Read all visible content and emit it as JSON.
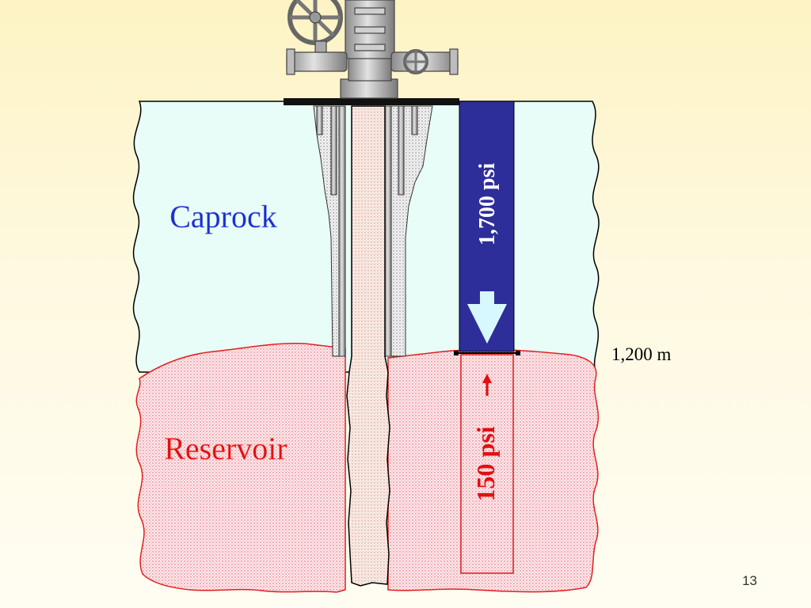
{
  "labels": {
    "caprock": "Caprock",
    "reservoir": "Reservoir",
    "depth": "1,200 m",
    "overburden_pressure": "1,700 psi",
    "reservoir_pressure": "150 psi"
  },
  "slide_number": "13",
  "colors": {
    "caprock_fill": "#e8fdf7",
    "reservoir_fill": "#fde8ea",
    "reservoir_stipple": "#e05060",
    "caprock_label": "#1a2fc8",
    "reservoir_label": "#e01010",
    "pressure_bar": "#2e2e9a",
    "pressure_arrow": "#d8f8ff",
    "up_arrow": "#e01010"
  },
  "icons": [
    "wellhead-valve-icon",
    "down-arrow-icon",
    "up-arrow-icon"
  ]
}
